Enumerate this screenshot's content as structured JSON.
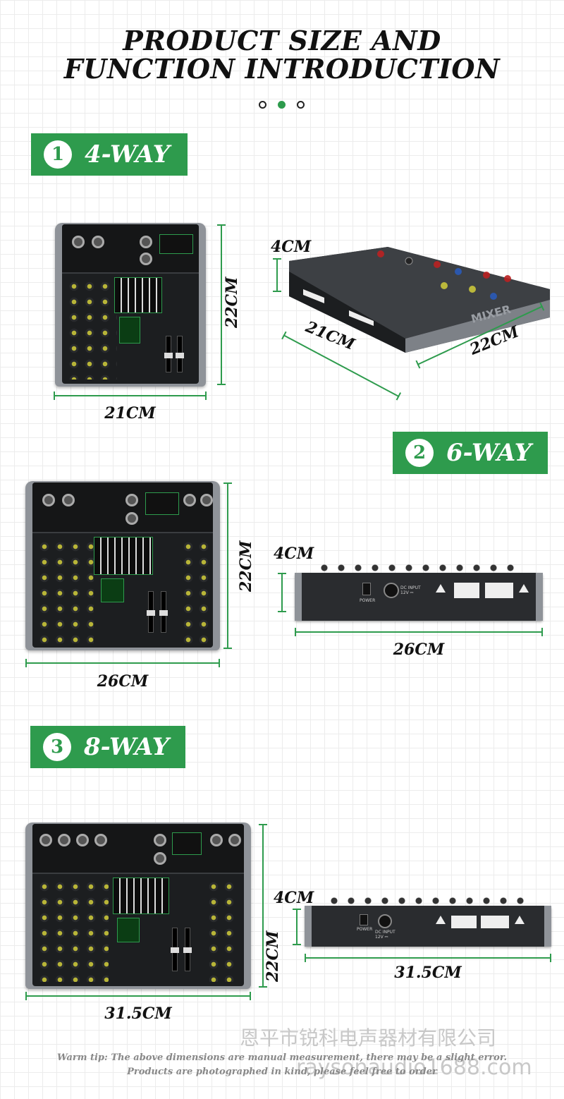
{
  "header": {
    "title_line1": "PRODUCT SIZE AND",
    "title_line2": "FUNCTION INTRODUCTION",
    "pager": {
      "count": 3,
      "active_index": 1
    }
  },
  "sections": [
    {
      "number": "1",
      "name": "4-WAY",
      "front_width": "21CM",
      "front_depth": "22CM",
      "side_height": "4CM",
      "side_width": "21CM",
      "side_depth": "22CM"
    },
    {
      "number": "2",
      "name": "6-WAY",
      "front_width": "26CM",
      "front_depth": "22CM",
      "side_height": "4CM",
      "side_width": "26CM"
    },
    {
      "number": "3",
      "name": "8-WAY",
      "front_width": "31.5CM",
      "front_depth": "22CM",
      "side_height": "4CM",
      "side_width": "31.5CM"
    }
  ],
  "watermark": {
    "line1": "恩平市锐科电声器材有限公司",
    "line2": "raysonaudio1688.com"
  },
  "footer": {
    "tip_line1": "Warm tip: The above dimensions are manual measurement, there may be a slight error.",
    "tip_line2": "Products are photographed in kind, please feel free to order"
  },
  "colors": {
    "accent": "#2e9b4d",
    "badge_text": "#ffffff"
  }
}
